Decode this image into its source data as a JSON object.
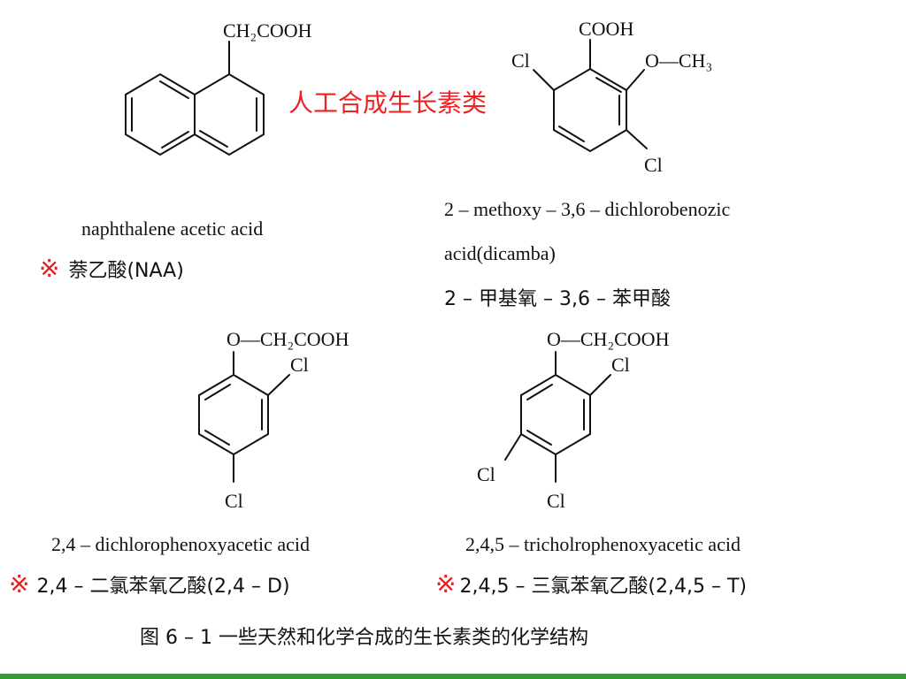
{
  "heading_fragment": "",
  "accent_color": "#ee2222",
  "overlay_label": "人工合成生长素类",
  "naa": {
    "group": "CH₂COOH",
    "name_en": "naphthalene acetic acid",
    "mark": "※",
    "name_zh": "萘乙酸(NAA)"
  },
  "dicamba": {
    "cooh": "COOH",
    "cl_top": "Cl",
    "ome": "O—CH₃",
    "cl_bottom": "Cl",
    "name_en_1": "2 – methoxy – 3,6 – dichlorobenozic",
    "name_en_2": "acid(dicamba)",
    "name_zh": "2 – 甲基氧 – 3,6 – 苯甲酸"
  },
  "d24": {
    "chain": "O—CH₂COOH",
    "cl_ortho": "Cl",
    "cl_para": "Cl",
    "name_en": "2,4 – dichlorophenoxyacetic acid",
    "mark": "※",
    "name_zh": "2,4 – 二氯苯氧乙酸(2,4 – D)"
  },
  "t245": {
    "chain": "O—CH₂COOH",
    "cl_ortho": "Cl",
    "cl_meta": "Cl",
    "cl_para": "Cl",
    "name_en": "2,4,5 – tricholrophenoxyacetic acid",
    "mark": "※",
    "name_zh": "2,4,5 – 三氯苯氧乙酸(2,4,5 – T)"
  },
  "caption": "图 6 – 1   一些天然和化学合成的生长素类的化学结构"
}
